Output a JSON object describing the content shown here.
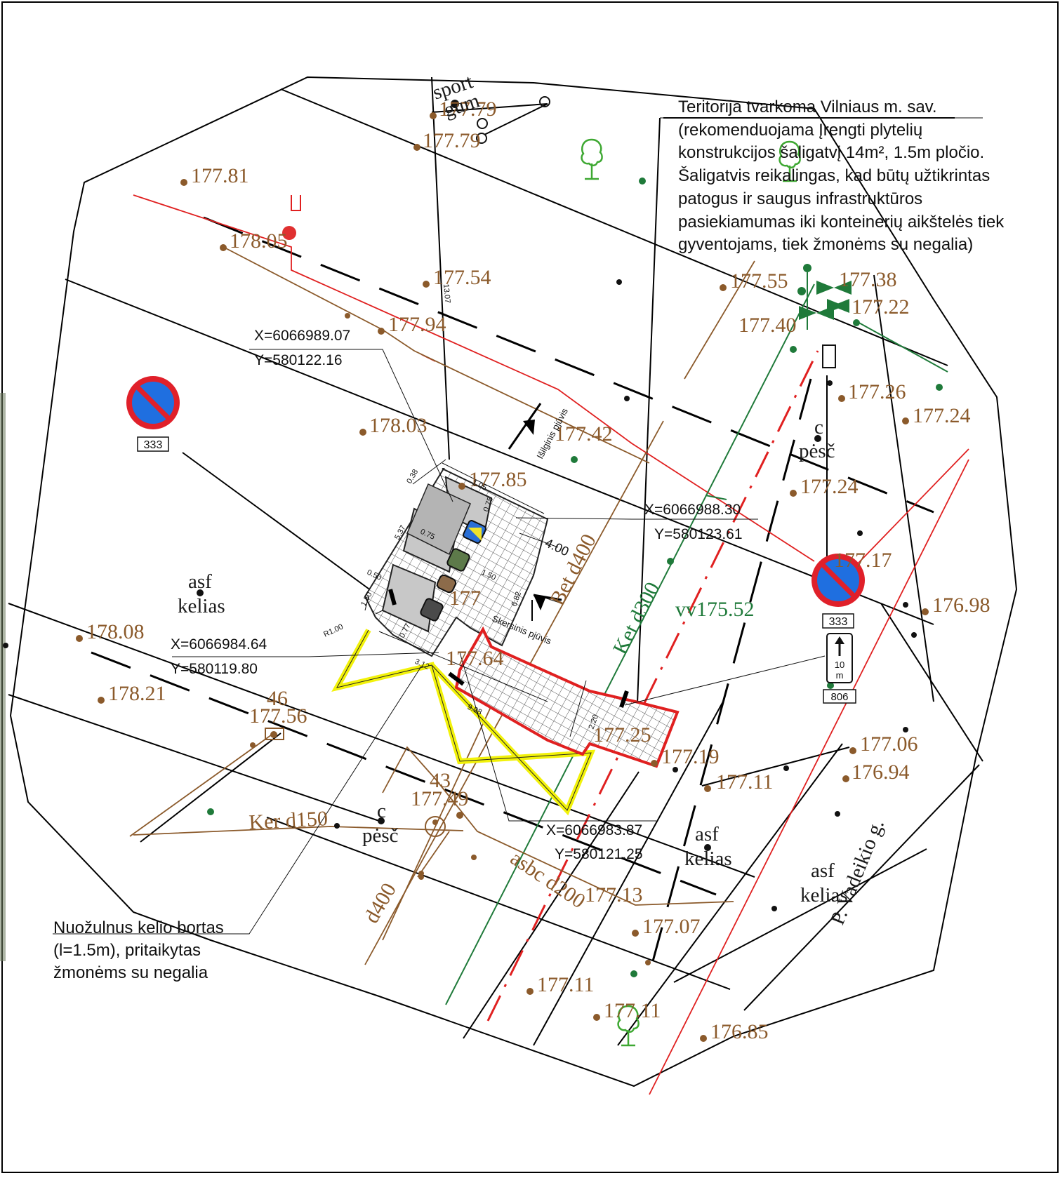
{
  "map": {
    "note_top": {
      "lines": [
        "Teritorija tvarkoma Vilniaus m. sav.",
        "(rekomenduojama Įrengti plytelių",
        "konstrukcijos šaligatvį 14m², 1.5m pločio.",
        "Šaligatvis reikalingas, kad būtų užtikrintas",
        "patogus ir saugus infrastruktūros",
        "pasiekiamumas iki konteinerių aikštelės tiek",
        "gyventojams, tiek žmonėms su negalia)"
      ]
    },
    "note_bottom": {
      "lines": [
        "Nuožulnus kelio bortas",
        "(l=1.5m), pritaikytas",
        "žmonėms su negalia"
      ]
    },
    "coordinates": [
      {
        "x": "X=6066989.07",
        "y": "Y=580122.16"
      },
      {
        "x": "X=6066988.30",
        "y": "Y=580123.61"
      },
      {
        "x": "X=6066984.64",
        "y": "Y=580119.80"
      },
      {
        "x": "X=6066983.87",
        "y": "Y=580121.25"
      }
    ],
    "elevations": [
      "177.79",
      "177.79",
      "177.81",
      "178.05",
      "177.54",
      "177.94",
      "178.03",
      "177.85",
      "177.42",
      "177.55",
      "177.38",
      "177.22",
      "177.40",
      "177.26",
      "177.24",
      "177.24",
      "177.17",
      "176.98",
      "178.08",
      "178.21",
      "177.56",
      "177.49",
      "177.64",
      "177.25",
      "177.19",
      "177.11",
      "177.06",
      "176.94",
      "177.13",
      "177.07",
      "177.11",
      "177.11",
      "176.85",
      "175.52",
      "177"
    ],
    "labels": {
      "sport": "sport",
      "gum": "gum",
      "asf": "asf",
      "kelias": "kelias",
      "c": "c",
      "pesc": "pėsč",
      "street": "P. Vadeikio g.",
      "num_46": "46",
      "num_43": "43",
      "vv": "vv",
      "ker_d150": "Ker d150",
      "ket_d300": "Ket d300",
      "bet_d400": "Bet d400",
      "asbc_d200": "asbc d200",
      "d400": "d400",
      "isilginis": "Išilginis pjūvis",
      "skersinis": "Skersinis pjūvis"
    },
    "dimensions": {
      "d_0_38": "0.38",
      "d_1_05": "1.05",
      "d_0_75": "0.75",
      "d_5_37": "5.37",
      "d_0_75b": "0.75",
      "d_1_50": "1.50",
      "d_0_50": "0.50",
      "d_1_50b": "1.50",
      "d_r1_00": "R1.00",
      "d_0_77": "0.77",
      "d_3_12": "3.12",
      "d_9_98": "9.98",
      "d_4_00": "4.00",
      "d_6_82": "6.82",
      "d_13_07": "13.07",
      "d_2_20": "2.20"
    },
    "signs": {
      "no_parking_code": "333",
      "sign_806_code": "806",
      "sign_806_dist": "10",
      "sign_806_unit": "m"
    },
    "colors": {
      "elevation_text": "#8B5A2B",
      "water_green": "#1f7a3a",
      "gas_red": "#e02020",
      "sewer_brown": "#8B5A2B",
      "curb_yellow": "#f2f20a",
      "sign_blue": "#1f6fe0",
      "sign_red": "#e0202a",
      "tree_green": "#3ea832"
    }
  }
}
